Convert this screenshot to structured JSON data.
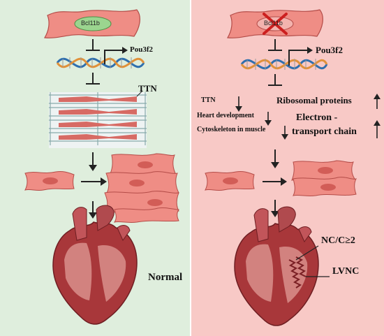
{
  "colors": {
    "normal_bg": "#dfeedd",
    "mutant_bg": "#f8c9c6",
    "cell_fill": "#ef8d85",
    "nucleus_fill": "#9bd58f",
    "heart_red": "#a8373a"
  },
  "normal": {
    "gene_label": "Bcl11b",
    "target_gene": "Pou3f2",
    "sarcomere_label": "TTN",
    "outcome_label": "Normal"
  },
  "mutant": {
    "gene_label": "Bcl11b",
    "target_gene": "Pou3f2",
    "down_list": [
      "TTN",
      "Heart development",
      "Cytoskeleton in muscle"
    ],
    "up_list": [
      "Ribosomal proteins"
    ],
    "electron_line1": "Electron -",
    "electron_line2": "transport chain",
    "ratio_label": "NC/C≥2",
    "outcome_label": "LVNC"
  },
  "icons": [
    "knockout-x-icon",
    "inhibition-icon",
    "dna-helix-icon",
    "promoter-arrow-icon",
    "up-arrow-icon",
    "down-arrow-icon",
    "heart-icon"
  ]
}
